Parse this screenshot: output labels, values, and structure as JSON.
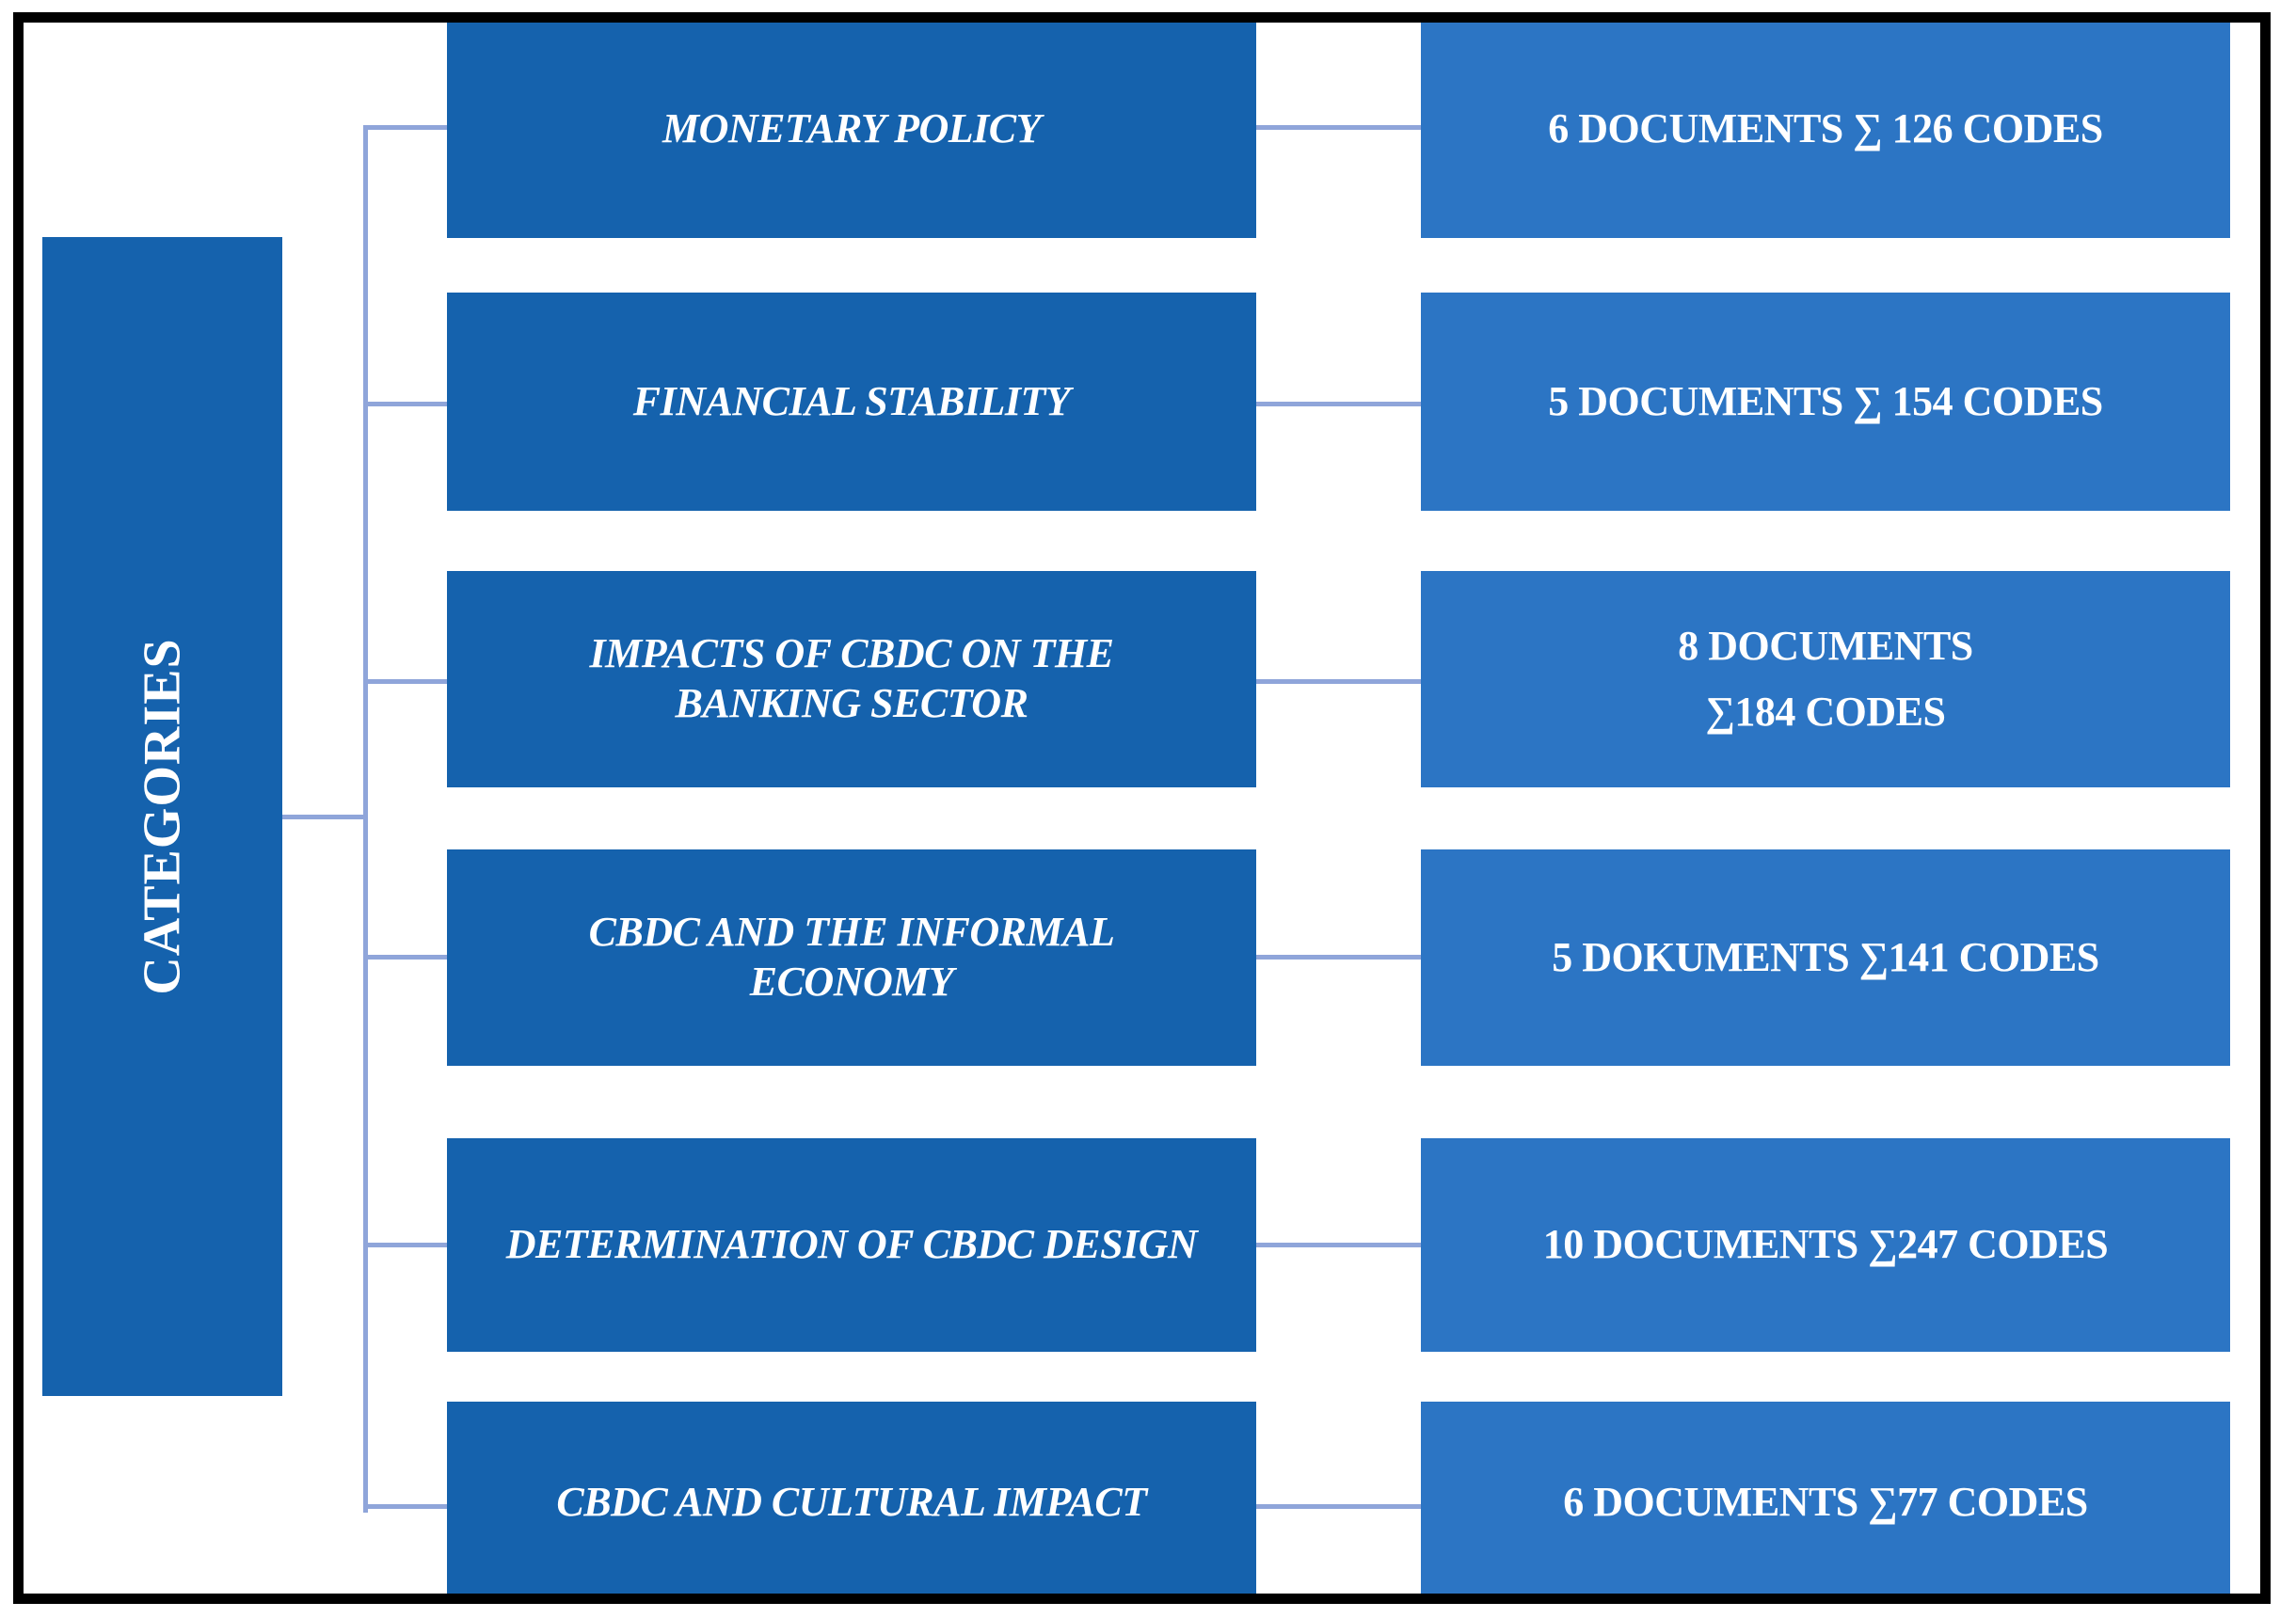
{
  "diagram": {
    "root_label": "CATEGORIES",
    "rows": [
      {
        "category": "MONETARY POLICY",
        "stat": "6 DOCUMENTS ∑ 126 CODES"
      },
      {
        "category": "FINANCIAL STABILITY",
        "stat": "5 DOCUMENTS ∑ 154 CODES"
      },
      {
        "category": "IMPACTS OF CBDC ON THE\nBANKING SECTOR",
        "stat": "8 DOCUMENTS\n∑184 CODES"
      },
      {
        "category": "CBDC AND THE INFORMAL\nECONOMY",
        "stat": "5 DOKUMENTS ∑141 CODES"
      },
      {
        "category": "DETERMINATION OF CBDC DESIGN",
        "stat": "10 DOCUMENTS ∑247 CODES"
      },
      {
        "category": "CBDC AND CULTURAL IMPACT",
        "stat": "6 DOCUMENTS ∑77 CODES"
      }
    ],
    "colors": {
      "category_box": "#1562AD",
      "stat_box": "#2C75C4",
      "connector": "#8FA5DA",
      "frame": "#000000",
      "text": "#FFFFFF"
    }
  }
}
